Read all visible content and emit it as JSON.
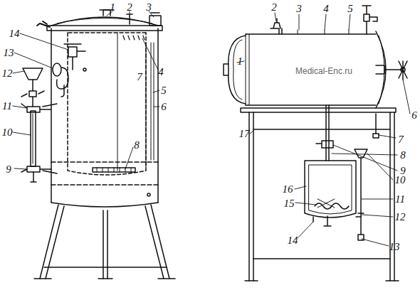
{
  "diagram": {
    "labels": [
      "1",
      "2",
      "3",
      "4",
      "5",
      "6",
      "7",
      "8",
      "9",
      "10",
      "11",
      "12",
      "13",
      "14",
      "1",
      "2",
      "3",
      "4",
      "5",
      "6",
      "7",
      "8",
      "9",
      "10",
      "11",
      "12",
      "13",
      "14",
      "15",
      "16",
      "17",
      "Medical-Enc.ru"
    ]
  }
}
